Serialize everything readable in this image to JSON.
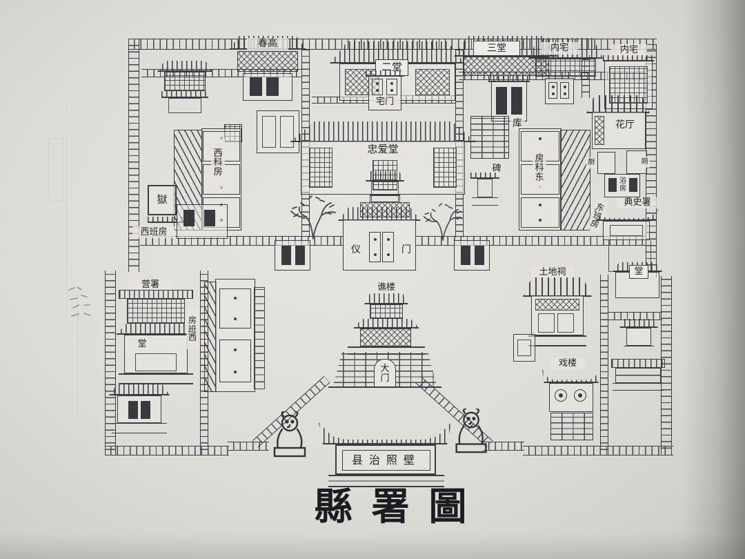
{
  "title": "縣署圖",
  "ink_color": "#3c3b41",
  "paper_color": "#dedcd7",
  "labels": {
    "chungao": "春高",
    "ertang": "二堂",
    "zhaimen": "宅门",
    "santang": "三堂",
    "neizhai_center": "内宅",
    "neizhai_east": "内宅",
    "huating": "花厅",
    "ku": "库",
    "zhongaitang": "忠爱堂",
    "xikefang": "西\n科\n房",
    "yu": "獄",
    "xibanfang": "西班房",
    "bei": "碑",
    "dongkefang": "房\n科\n东",
    "dongbanfang": "东\n班\n房",
    "dianshishu": "典史署",
    "yimen_left": "仪",
    "yimen_right": "门",
    "qiaolou": "谯楼",
    "tudici": "土地祠",
    "yingshu": "营署",
    "yingshu_tang": "堂",
    "xibanfang_lower": "房\n班\n西",
    "xilou": "戏楼",
    "damen": "大\n门",
    "zhaobi": "县治照壁",
    "tang_east": "堂",
    "svc_west": "厨",
    "svc_east": "厕",
    "svc_mid": "浴\n房"
  }
}
